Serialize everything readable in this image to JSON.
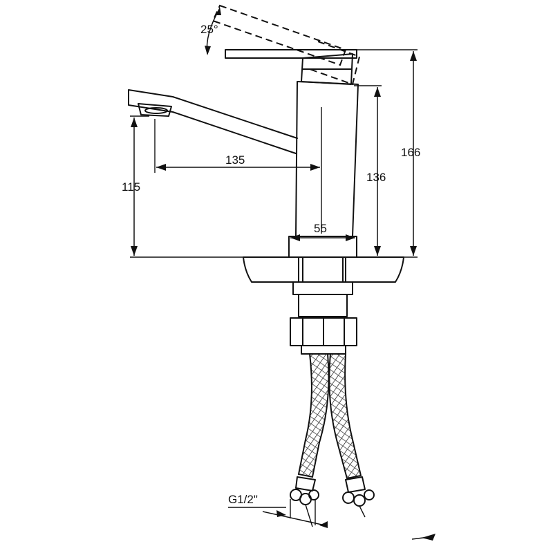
{
  "dimensions": {
    "handle_angle": "25°",
    "total_height": "166",
    "body_height": "136",
    "spout_height": "115",
    "spout_reach": "135",
    "base_diameter": "55",
    "hose_thread": "G1/2\""
  }
}
